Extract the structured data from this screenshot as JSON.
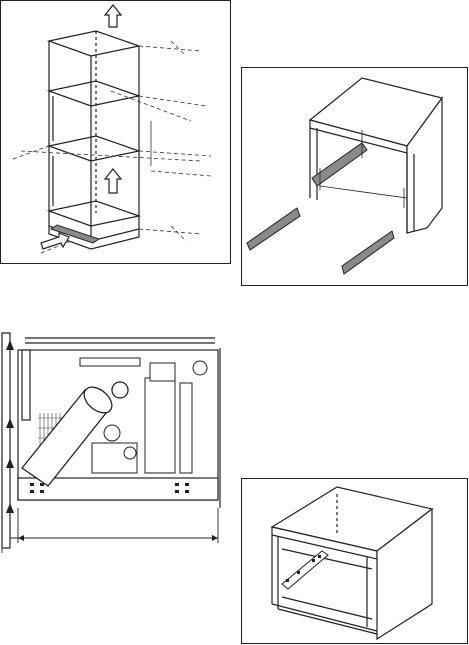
{
  "figures": [
    {
      "id": "tall-cabinet-ventilation",
      "framed": true
    },
    {
      "id": "cabinet-rail-cutouts",
      "framed": true
    },
    {
      "id": "appliance-side-view-installation",
      "framed": false
    },
    {
      "id": "cabinet-with-mounting-rail",
      "framed": true
    }
  ],
  "colors": {
    "line": "#222222",
    "fill": "#ffffff",
    "shade": "#8a8a8a",
    "hatch": "#555555"
  },
  "icons": [
    "up-arrow-icon",
    "airflow-arrow-icon",
    "mounting-rail-icon",
    "ventilation-grille-icon"
  ]
}
